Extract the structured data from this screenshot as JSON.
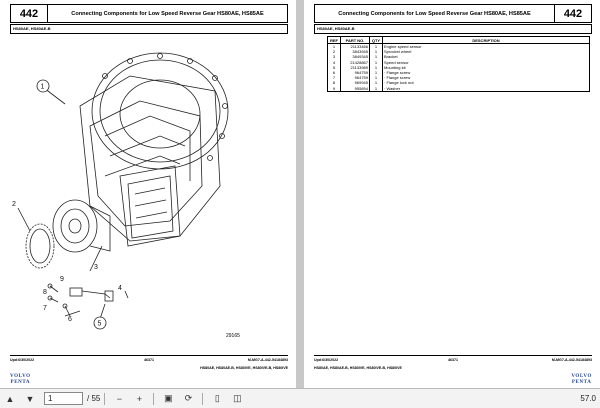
{
  "left_page": {
    "page_number": "442",
    "title": "Connecting Components for Low Speed Reverse Gear HS80AE, HS85AE",
    "subtitle": "HS80AE, HS80AE-B",
    "figure_number": "29165",
    "callouts": [
      "1",
      "2",
      "3",
      "4",
      "5",
      "6",
      "7",
      "8",
      "9"
    ],
    "footer": {
      "updated": "Upd:6/30/2022",
      "doc_number": "46371",
      "ref": "M-MG7-A-442-54184893",
      "models": "HS80AE, HS80AE-B, HS80IVE, HS80IVE-B, HS80IVE"
    },
    "logo_line1": "VOLVO",
    "logo_line2": "PENTA"
  },
  "right_page": {
    "page_number": "442",
    "title": "Connecting Components for Low Speed Reverse Gear HS80AE, HS85AE",
    "subtitle": "HS80AE, HS80AE-B",
    "table": {
      "headers": [
        "REF",
        "PART NO.",
        "QTY",
        "DESCRIPTION"
      ],
      "rows": [
        [
          "1",
          "21133466",
          "1",
          "Engine speed sensor"
        ],
        [
          "2",
          "3843945",
          "1",
          "Sprocket wheel"
        ],
        [
          "3",
          "3849345",
          "1",
          "Bracket"
        ],
        [
          "4",
          "21428867",
          "1",
          "Speed sensor"
        ],
        [
          "5",
          "21133989",
          "1",
          "Mounting kit"
        ],
        [
          "6",
          "964759",
          "1",
          "· Flange screw"
        ],
        [
          "7",
          "964759",
          "1",
          "· Flange screw"
        ],
        [
          "8",
          "969945",
          "1",
          "· Flange lock nut"
        ],
        [
          "9",
          "955894",
          "1",
          "· Washer"
        ]
      ]
    },
    "footer": {
      "updated": "Upd:6/30/2022",
      "doc_number": "46371",
      "ref": "M-MG7-A-442-54184893",
      "models": "HS80AE, HS80AE-B, HS80IVE, HS80IVE-B, HS80IVE"
    },
    "logo_line1": "VOLVO",
    "logo_line2": "PENTA"
  },
  "toolbar": {
    "current_page": "1",
    "total_pages": "/ 55",
    "zoom": "57.0"
  },
  "colors": {
    "logo_blue": "#1c3f94",
    "background": "#c8c8c8"
  }
}
